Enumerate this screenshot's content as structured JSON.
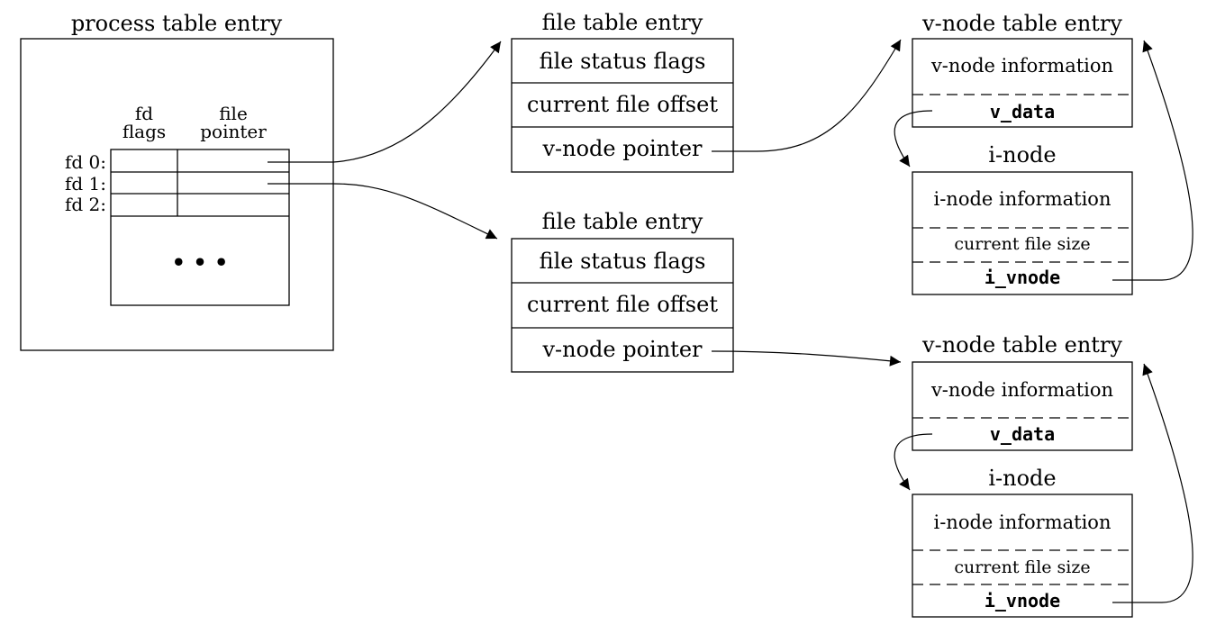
{
  "process": {
    "title": "process table entry",
    "col_fd_flags": [
      "fd",
      "flags"
    ],
    "col_file_pointer": [
      "file",
      "pointer"
    ],
    "rows": [
      "fd 0:",
      "fd 1:",
      "fd 2:"
    ],
    "ellipsis": "• • •"
  },
  "file_tables": [
    {
      "title": "file table entry",
      "fields": [
        "file status flags",
        "current file offset",
        "v-node pointer"
      ]
    },
    {
      "title": "file table entry",
      "fields": [
        "file status flags",
        "current file offset",
        "v-node pointer"
      ]
    }
  ],
  "vnodes": [
    {
      "title": "v-node table entry",
      "info": "v-node information",
      "data_field": "v_data",
      "inode": {
        "title": "i-node",
        "info": "i-node information",
        "size": "current file size",
        "vnode_field": "i_vnode"
      }
    },
    {
      "title": "v-node table entry",
      "info": "v-node information",
      "data_field": "v_data",
      "inode": {
        "title": "i-node",
        "info": "i-node information",
        "size": "current file size",
        "vnode_field": "i_vnode"
      }
    }
  ]
}
